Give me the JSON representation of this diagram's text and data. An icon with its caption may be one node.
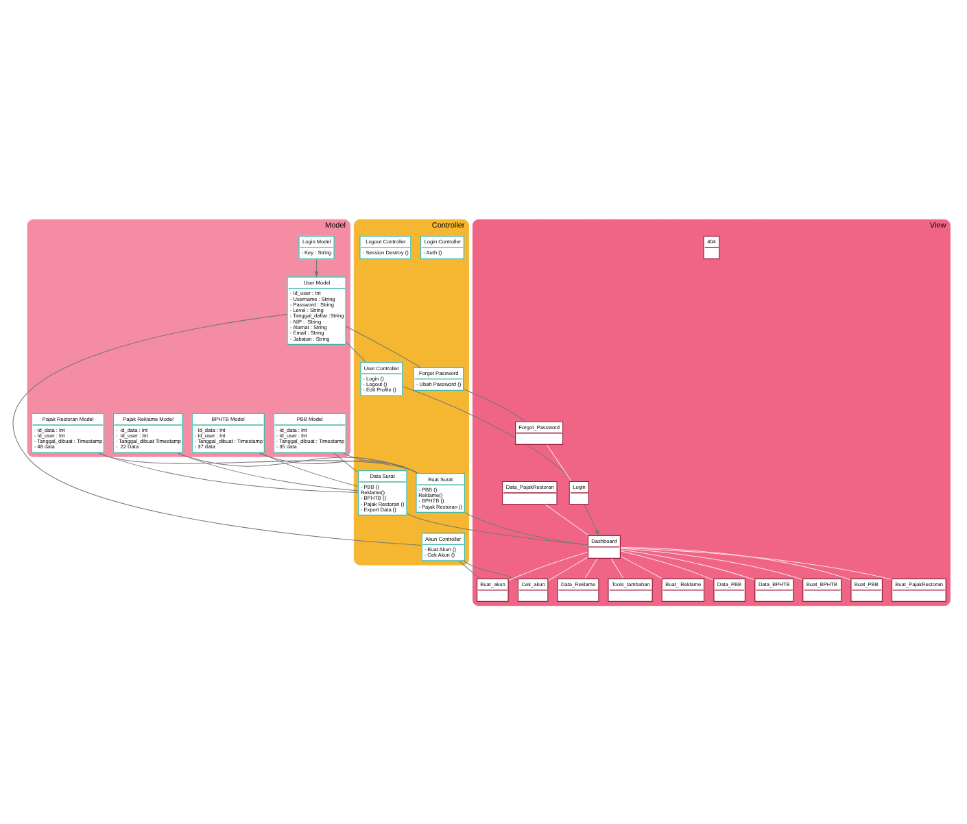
{
  "diagram": {
    "nodes": [
      {
        "text": [
          "Model"
        ]
      },
      {
        "text": [
          "Login Model",
          "- Key : String"
        ],
        "in": 0
      },
      {
        "text": [
          "User Model",
          "- Id_user : Int",
          "- Username : String",
          "- Password : String",
          "- Level : String",
          "- Tanggal_daftar :String",
          "- NIP :  String",
          "- Alamat : String",
          "- Email : String",
          "- Jabatan : String"
        ],
        "in": 0
      },
      {
        "text": [
          "PBB Model",
          "- Id_data : Int",
          "- Id_user : Int",
          "- Tanggal_dibuat : Timestamp",
          "- 35 data"
        ],
        "in": 0
      },
      {
        "text": [
          "BPHTB Model",
          "- Id_data : Int",
          "- Id_user : Int",
          "- Tanggal_dibuat : Timestamp",
          "- 37 data"
        ],
        "in": 0
      },
      {
        "text": [
          "Pajak Reklame Model",
          "-  id_data : Int",
          "-  Id_user : Int",
          "- Tanggal_dibuat Timestamp",
          "-  22 Data"
        ],
        "in": 0
      },
      {
        "text": [
          "Pajak Restoran Model",
          "- Id_data : Int",
          "- Id_user : Int",
          "- Tanggal_dibuat : Timestamp",
          "- 48 data"
        ],
        "in": 0
      },
      {
        "text": [
          "Controller"
        ]
      },
      {
        "text": [
          "Login Controller",
          "- Auth ()"
        ],
        "in": 7
      },
      {
        "text": [
          "Logout Controller",
          "- Session Destroy ()"
        ],
        "in": 7
      },
      {
        "text": [
          "User Controller",
          "- Login ()",
          "- Logout ()",
          "- Edit Profile ()"
        ],
        "in": 7
      },
      {
        "text": [
          "Buat Surat",
          "- PBB ()",
          "Reklame()",
          "- BPHTB ()",
          "- Pajak Restoran ()"
        ],
        "in": 7
      },
      {
        "text": [
          "Data Surat",
          "- PBB ()",
          "Reklame()",
          "- BPHTB ()",
          "- Pajak Restoran ()",
          "- Export Data ()"
        ],
        "in": 7
      },
      {
        "text": [
          "Akun Controller",
          "- Buat Akun ()",
          "- Cek Akun ()"
        ],
        "in": 7
      },
      {
        "text": [
          "Forgot Password",
          "- Ubah Password ()"
        ],
        "in": 7
      },
      {
        "text": [
          "View"
        ]
      },
      {
        "text": [
          "404"
        ],
        "in": 15
      },
      {
        "text": [
          "Forgot_Password"
        ],
        "in": 15
      },
      {
        "text": [
          "Login"
        ],
        "in": 15
      },
      {
        "text": [
          "Buat_akun"
        ],
        "in": 15
      },
      {
        "text": [
          "Cek_akun"
        ],
        "in": 15
      },
      {
        "text": [
          "Data_Reklame"
        ],
        "in": 15
      },
      {
        "text": [
          "Data_PajakRestoran"
        ],
        "in": 15
      },
      {
        "text": [
          "Dashboard"
        ],
        "in": 15
      },
      {
        "text": [
          "Tools_tambahan"
        ],
        "in": 15
      },
      {
        "text": [
          "Buat_ Reklame"
        ],
        "in": 15
      },
      {
        "text": [
          "Data_PBB"
        ],
        "in": 15
      },
      {
        "text": [
          "Data_BPHTB"
        ],
        "in": 15
      },
      {
        "text": [
          "Buat_BPHTB"
        ],
        "in": 15
      },
      {
        "text": [
          "Buat_PBB"
        ],
        "in": 15
      },
      {
        "text": [
          "Buat_PajakRestoran"
        ],
        "in": 15
      }
    ],
    "edges": [
      {
        "from": 1,
        "to": 2,
        "arrow": "to"
      },
      {
        "from": 2,
        "to": 10,
        "arrow": "none"
      },
      {
        "from": 2,
        "to": 13,
        "arrow": "none"
      },
      {
        "from": 2,
        "to": 14,
        "arrow": "none"
      },
      {
        "from": 5,
        "to": 11,
        "arrow": "none"
      },
      {
        "from": 5,
        "to": 12,
        "arrow": "none"
      },
      {
        "from": 3,
        "to": 11,
        "arrow": "none"
      },
      {
        "from": 3,
        "to": 12,
        "arrow": "none"
      },
      {
        "from": 4,
        "to": 11,
        "arrow": "none"
      },
      {
        "from": 4,
        "to": 12,
        "arrow": "none"
      },
      {
        "from": 6,
        "to": 11,
        "arrow": "none"
      },
      {
        "from": 6,
        "to": 12,
        "arrow": "none"
      },
      {
        "from": 10,
        "to": 18,
        "arrow": "none"
      },
      {
        "from": 11,
        "to": 23,
        "arrow": "none"
      },
      {
        "from": 12,
        "to": 23,
        "arrow": "none"
      },
      {
        "from": 13,
        "to": 19,
        "arrow": "none"
      },
      {
        "from": 13,
        "to": 20,
        "arrow": "none"
      },
      {
        "from": 14,
        "to": 17,
        "arrow": "none"
      },
      {
        "from": 18,
        "to": 23,
        "arrow": "to"
      },
      {
        "from": 17,
        "to": 18,
        "arrow": "none",
        "color": "#fbe3ea"
      },
      {
        "from": 22,
        "to": 23,
        "arrow": "none",
        "color": "#fbe3ea"
      },
      {
        "from": 23,
        "to": 21,
        "arrow": "none",
        "color": "#fbe3ea"
      },
      {
        "from": 23,
        "to": 24,
        "arrow": "none",
        "color": "#fbe3ea"
      },
      {
        "from": 23,
        "to": 25,
        "arrow": "none",
        "color": "#fbe3ea"
      },
      {
        "from": 23,
        "to": 19,
        "arrow": "none",
        "color": "#fbe3ea"
      },
      {
        "from": 23,
        "to": 20,
        "arrow": "none",
        "color": "#fbe3ea"
      },
      {
        "from": 23,
        "to": 26,
        "arrow": "none",
        "color": "#fbe3ea"
      },
      {
        "from": 23,
        "to": 27,
        "arrow": "none",
        "color": "#fbe3ea"
      },
      {
        "from": 23,
        "to": 28,
        "arrow": "none",
        "color": "#fbe3ea"
      },
      {
        "from": 23,
        "to": 29,
        "arrow": "none",
        "color": "#fbe3ea"
      },
      {
        "from": 23,
        "to": 30,
        "arrow": "none",
        "color": "#fbe3ea"
      }
    ]
  }
}
